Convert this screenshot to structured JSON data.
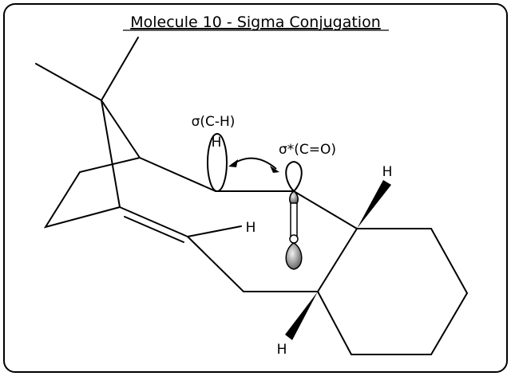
{
  "title": "Molecule 10 - Sigma Conjugation",
  "labels": {
    "sigma_ch": "σ(C-H)",
    "sigma_star_co": "σ*(C=O)",
    "h_orbital": "H",
    "h_vinyl": "H",
    "h_wedge_top": "H",
    "h_wedge_bottom": "H"
  }
}
